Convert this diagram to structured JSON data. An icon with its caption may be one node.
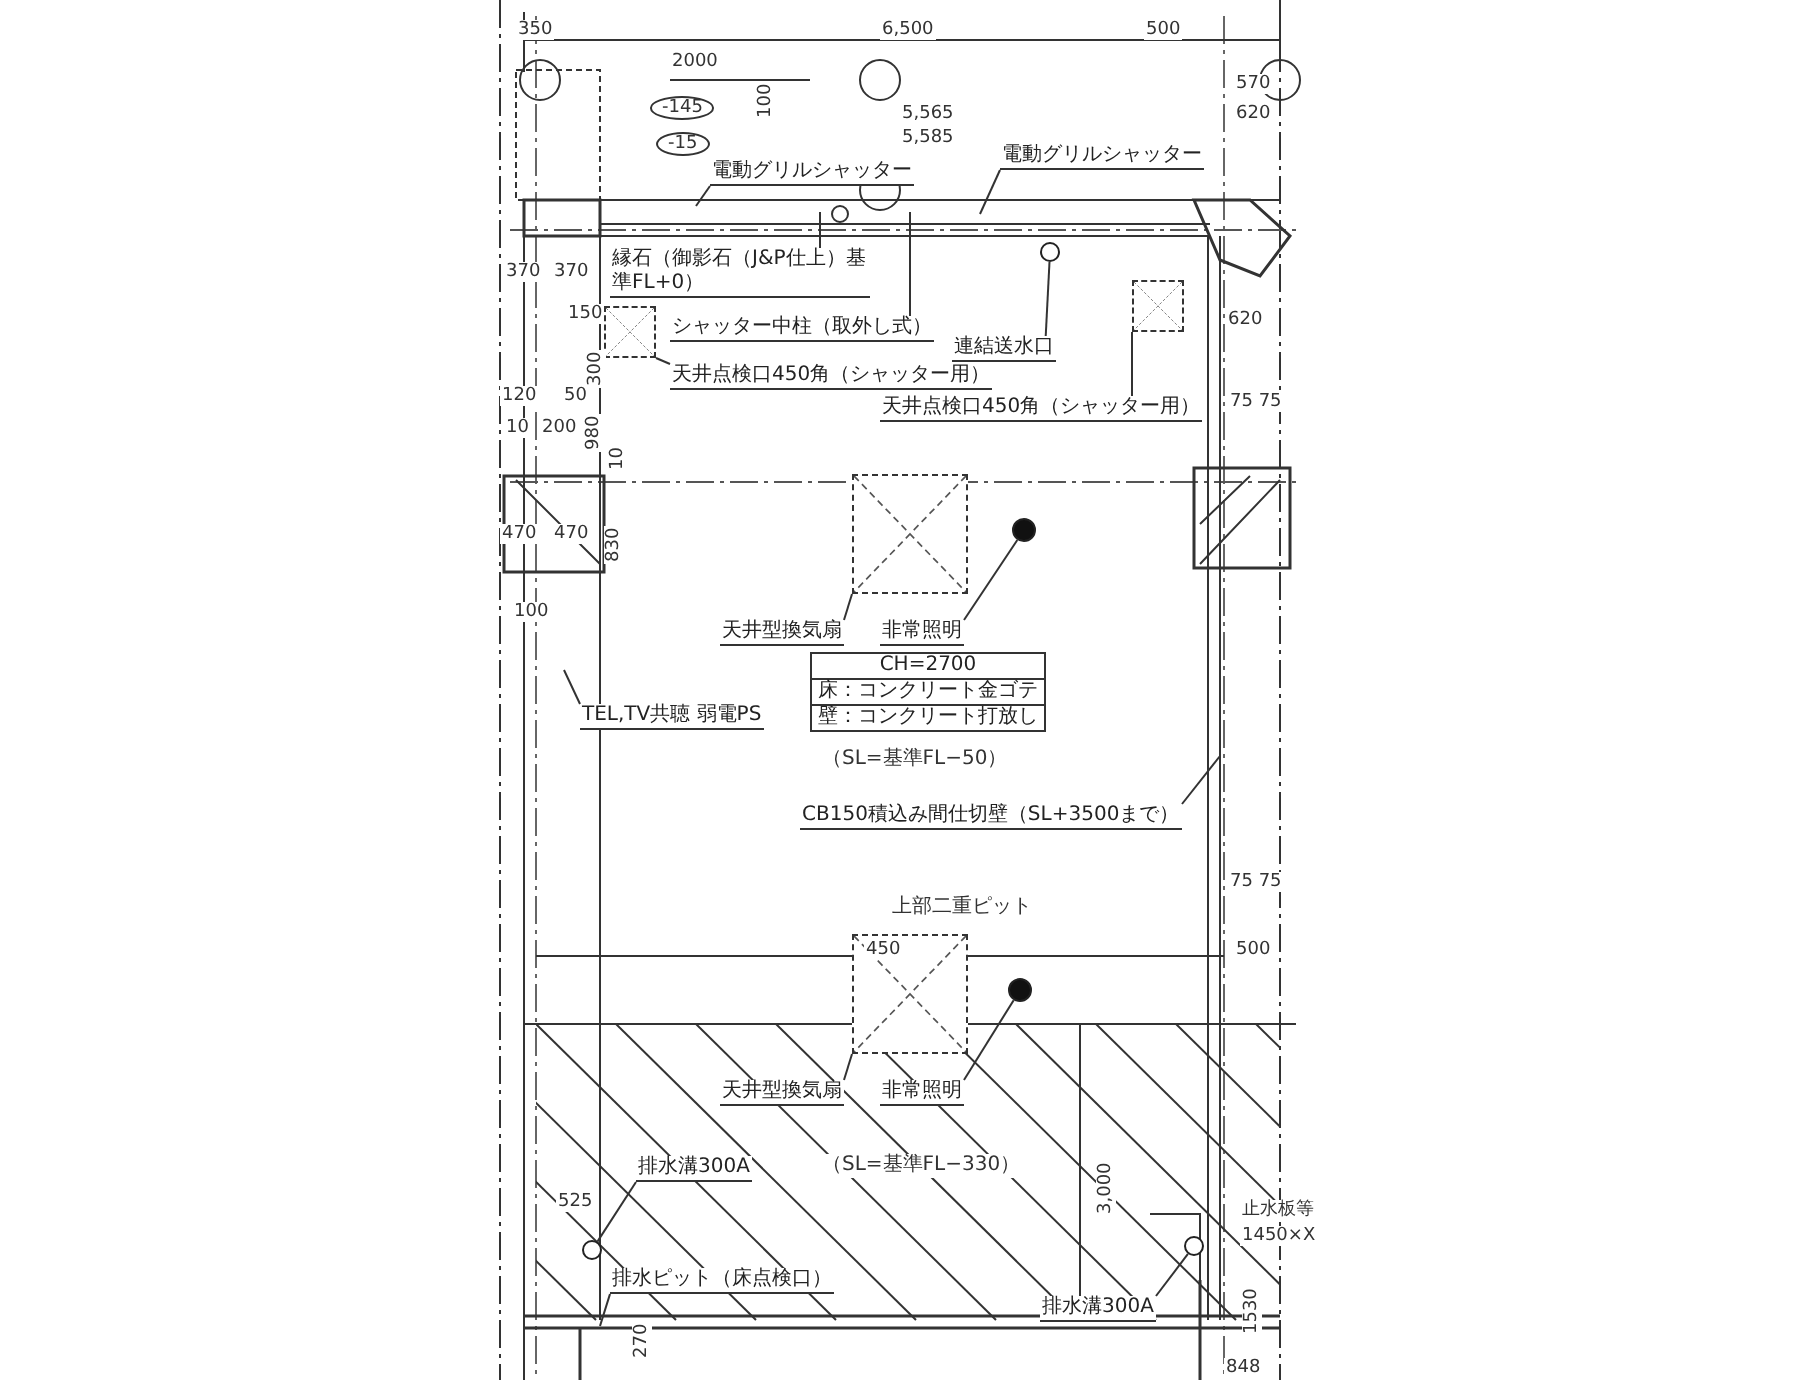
{
  "diagram": {
    "nodes": [
      {
        "text": [
          "電動グリルシャッター"
        ]
      },
      {
        "text": [
          "電動グリルシャッター"
        ]
      },
      {
        "text": [
          "縁石（御影石（J&P仕上）基準FL+0）"
        ]
      },
      {
        "text": [
          "シャッター中柱（取外し式）"
        ]
      },
      {
        "text": [],
        "shape": "box"
      },
      {
        "text": [
          "天井点検口450角（シャッター用）"
        ]
      },
      {
        "text": [],
        "shape": "circle"
      },
      {
        "text": [
          "連結送水口"
        ]
      },
      {
        "text": [],
        "shape": "box"
      },
      {
        "text": [
          "天井点検口450角（シャッター用）"
        ]
      },
      {
        "text": [],
        "shape": "box"
      },
      {
        "text": [],
        "shape": "circle"
      },
      {
        "text": [
          "天井型換気扇"
        ]
      },
      {
        "text": [
          "非常照明"
        ]
      },
      {
        "text": [
          "TEL,TV共聴 弱電PS"
        ]
      },
      {
        "text": [
          "CH=2700",
          "床：コンクリート金ゴテ",
          "壁：コンクリート打放し"
        ]
      },
      {
        "text": [
          "CB150積込み間仕切壁（SL+3500まで）"
        ]
      },
      {
        "text": [],
        "shape": "box"
      },
      {
        "text": [],
        "shape": "circle"
      },
      {
        "text": [
          "天井型換気扇"
        ]
      },
      {
        "text": [
          "非常照明"
        ]
      },
      {
        "text": [
          "排水溝300A"
        ]
      },
      {
        "text": [],
        "shape": "circle"
      },
      {
        "text": [
          "排水ピット（床点検口）"
        ]
      },
      {
        "text": [],
        "shape": "circle"
      },
      {
        "text": [
          "排水溝300A"
        ]
      }
    ],
    "edges": [
      {
        "from": 0,
        "to": null,
        "arrow": "none"
      },
      {
        "from": 1,
        "to": null,
        "arrow": "none"
      },
      {
        "from": 2,
        "to": null,
        "arrow": "none"
      },
      {
        "from": 3,
        "to": null,
        "arrow": "none"
      },
      {
        "from": 5,
        "to": 4,
        "arrow": "none"
      },
      {
        "from": 7,
        "to": 6,
        "arrow": "none"
      },
      {
        "from": 9,
        "to": 8,
        "arrow": "none"
      },
      {
        "from": 12,
        "to": 10,
        "arrow": "none"
      },
      {
        "from": 13,
        "to": 11,
        "arrow": "none"
      },
      {
        "from": 14,
        "to": null,
        "arrow": "none"
      },
      {
        "from": 16,
        "to": null,
        "arrow": "none"
      },
      {
        "from": 19,
        "to": 17,
        "arrow": "none"
      },
      {
        "from": 20,
        "to": 18,
        "arrow": "none"
      },
      {
        "from": 21,
        "to": 22,
        "arrow": "none"
      },
      {
        "from": 23,
        "to": null,
        "arrow": "none"
      },
      {
        "from": 25,
        "to": 24,
        "arrow": "none"
      }
    ],
    "labels": [
      "350",
      "6,500",
      "500",
      "2000",
      "-145",
      "-15",
      "100",
      "5,565",
      "5,585",
      "570",
      "620",
      "370",
      "370",
      "150",
      "300",
      "120",
      "50",
      "10",
      "200",
      "980",
      "10",
      "620",
      "75 75",
      "470",
      "470",
      "830",
      "100",
      "（SL=基準FL−50）",
      "75 75",
      "上部二重ピット",
      "450",
      "500",
      "（SL=基準FL−330）",
      "3,000",
      "525",
      "止水板等",
      "1450×X",
      "270",
      "1530",
      "848"
    ]
  }
}
